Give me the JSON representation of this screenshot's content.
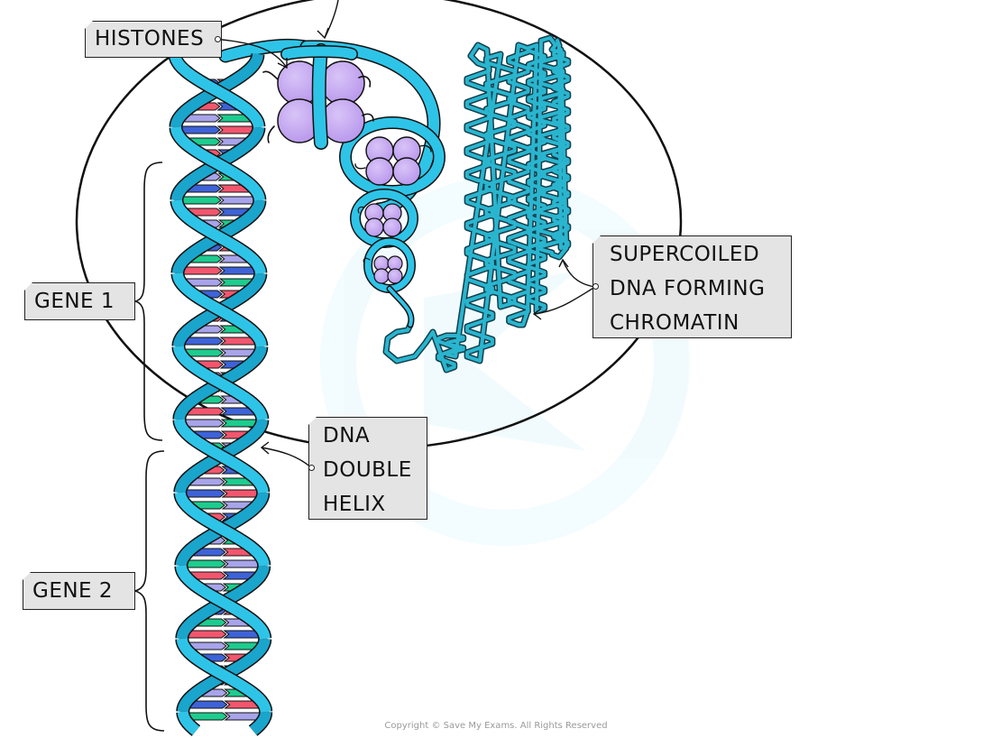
{
  "labels": {
    "histones": "HISTONES",
    "gene1": "GENE  1",
    "gene2": "GENE  2",
    "supercoiled": [
      "SUPERCOILED",
      "DNA  FORMING",
      "CHROMATIN"
    ],
    "double_helix": [
      "DNA",
      "DOUBLE",
      "HELIX"
    ]
  },
  "copyright": "Copyright © Save My Exams. All Rights Reserved",
  "colors": {
    "strand": "#2ec4e8",
    "strand_dark": "#1aa5cc",
    "chromatin": "#1a8fa8",
    "histone": "#c6a9ef",
    "base_red": "#f2566e",
    "base_green": "#1dcc8e",
    "base_blue": "#3e63d8",
    "base_lavender": "#a7a4ea",
    "label_bg": "#e4e4e4",
    "outline": "#1a1a1a"
  }
}
